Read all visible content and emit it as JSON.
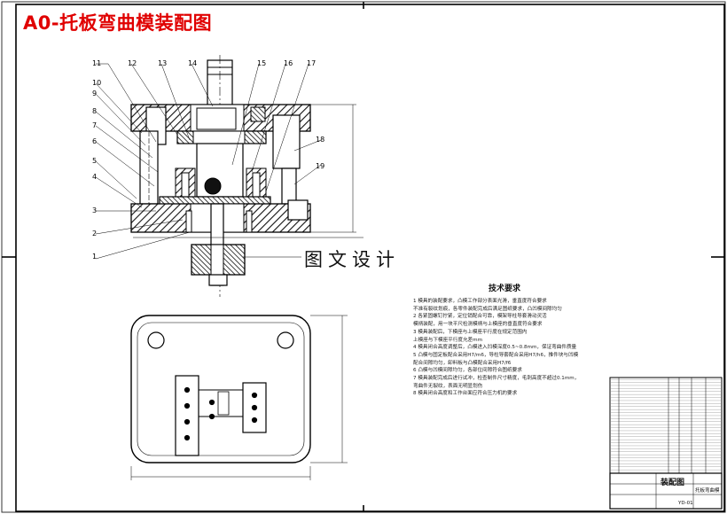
{
  "title": "A0-托板弯曲模装配图",
  "watermark": "图文设计",
  "part_numbers": [
    "1",
    "2",
    "3",
    "4",
    "5",
    "6",
    "7",
    "8",
    "9",
    "10",
    "11",
    "12",
    "13",
    "14",
    "15",
    "16",
    "17",
    "18",
    "19"
  ],
  "technical_requirements": {
    "heading": "技术要求",
    "items": [
      "1 模具的装配要求，凸模工作部分表面光滑，垂直度符合要求",
      "   不准有裂纹划痕，各零件装配完成后满足图纸要求，凸凹模间隙均匀",
      "2 各紧固螺钉拧紧，定位销配合可靠，模架导柱导套滑动灵活",
      "   模柄装配，用一块平尺检测模柄与上模座的垂直度符合要求",
      "3 模具装配后，下模座与上模座平行度在规定范围内",
      "   上模座与下模座平行度允差mm",
      "4 模具闭合高度调整后，凸模进入凹模深度0.5~0.8mm，保证弯曲件质量",
      "5 凸模与固定板配合采用H7/m6，导柱导套配合采用H7/h6，推件块与凹模",
      "   配合间隙均匀，卸料板与凸模配合采用H7/f6",
      "6 凸模与凹模间隙均匀，各部位间隙符合图纸要求",
      "7 模具装配完成后进行试冲，检查制件尺寸精度，毛刺高度不超过0.1mm，",
      "   弯曲件无裂纹，表面无明显划伤",
      "8 模具闭合高度和工作台面应符合压力机的要求"
    ]
  },
  "title_block": {
    "drawing_name": "装配图",
    "drawing_code": "YD-01",
    "sheet_label": "托板弯曲模"
  }
}
